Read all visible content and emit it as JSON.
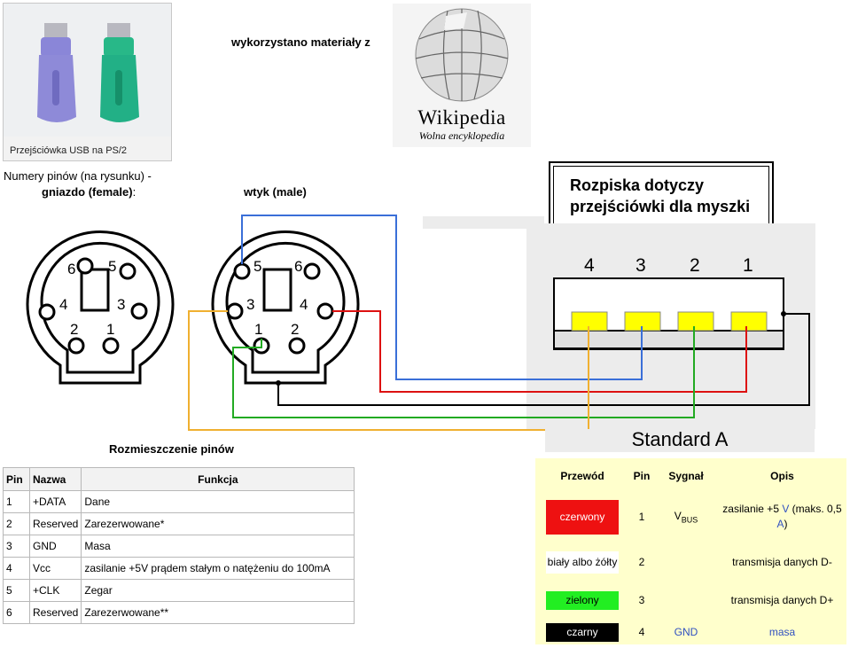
{
  "photo": {
    "caption": "Przejściówka USB na PS/2"
  },
  "credit": {
    "text": "wykorzystano materiały z"
  },
  "wiki": {
    "wordmark": "Wikipedia",
    "tagline": "Wolna encyklopedia"
  },
  "labels": {
    "pin_numbers_line1": "Numery pinów (na rysunku) -",
    "female": "gniazdo (female)",
    "female_colon": ":",
    "male": "wtyk (male)",
    "pinout_title": "Rozmieszczenie pinów"
  },
  "female_pins": [
    "6",
    "5",
    "4",
    "3",
    "2",
    "1"
  ],
  "male_pins": [
    "5",
    "6",
    "3",
    "4",
    "1",
    "2"
  ],
  "usb_pins": [
    "4",
    "3",
    "2",
    "1"
  ],
  "note": {
    "line1": "Rozpiska dotyczy",
    "line2": "przejściówki dla myszki"
  },
  "usb_title": "Standard A",
  "pin_table": {
    "headers": [
      "Pin",
      "Nazwa",
      "Funkcja"
    ],
    "rows": [
      [
        "1",
        "+DATA",
        "Dane"
      ],
      [
        "2",
        "Reserved",
        "Zarezerwowane*"
      ],
      [
        "3",
        "GND",
        "Masa"
      ],
      [
        "4",
        "Vcc",
        "zasilanie +5V prądem stałym o natężeniu do 100mA"
      ],
      [
        "5",
        "+CLK",
        "Zegar"
      ],
      [
        "6",
        "Reserved",
        "Zarezerwowane**"
      ]
    ]
  },
  "wire_table": {
    "headers": [
      "Przewód",
      "Pin",
      "Sygnał",
      "Opis"
    ],
    "rows": [
      {
        "wire": "czerwony",
        "color": "#ee1111",
        "text_color": "#ffffff",
        "pin": "1",
        "signal": "V",
        "signal_sub": "BUS",
        "desc_a": "zasilanie +5 ",
        "desc_v": "V",
        "desc_b": " (maks. 0,5 ",
        "desc_a2": "A",
        "desc_c": ")"
      },
      {
        "wire": "biały albo żółty",
        "color": "#ffffff",
        "text_color": "#000000",
        "pin": "2",
        "signal": "",
        "desc": "transmisja danych D-"
      },
      {
        "wire": "zielony",
        "color": "#22ee22",
        "text_color": "#000000",
        "pin": "3",
        "signal": "",
        "desc": "transmisja danych D+"
      },
      {
        "wire": "czarny",
        "color": "#000000",
        "text_color": "#ffffff",
        "pin": "4",
        "signal": "GND",
        "desc": "masa"
      }
    ]
  },
  "wire_colors": {
    "blue": "#3a6fd8",
    "red": "#dd1111",
    "black": "#000000",
    "green": "#22aa22",
    "orange": "#f0b030",
    "pad": "#ffff00"
  }
}
